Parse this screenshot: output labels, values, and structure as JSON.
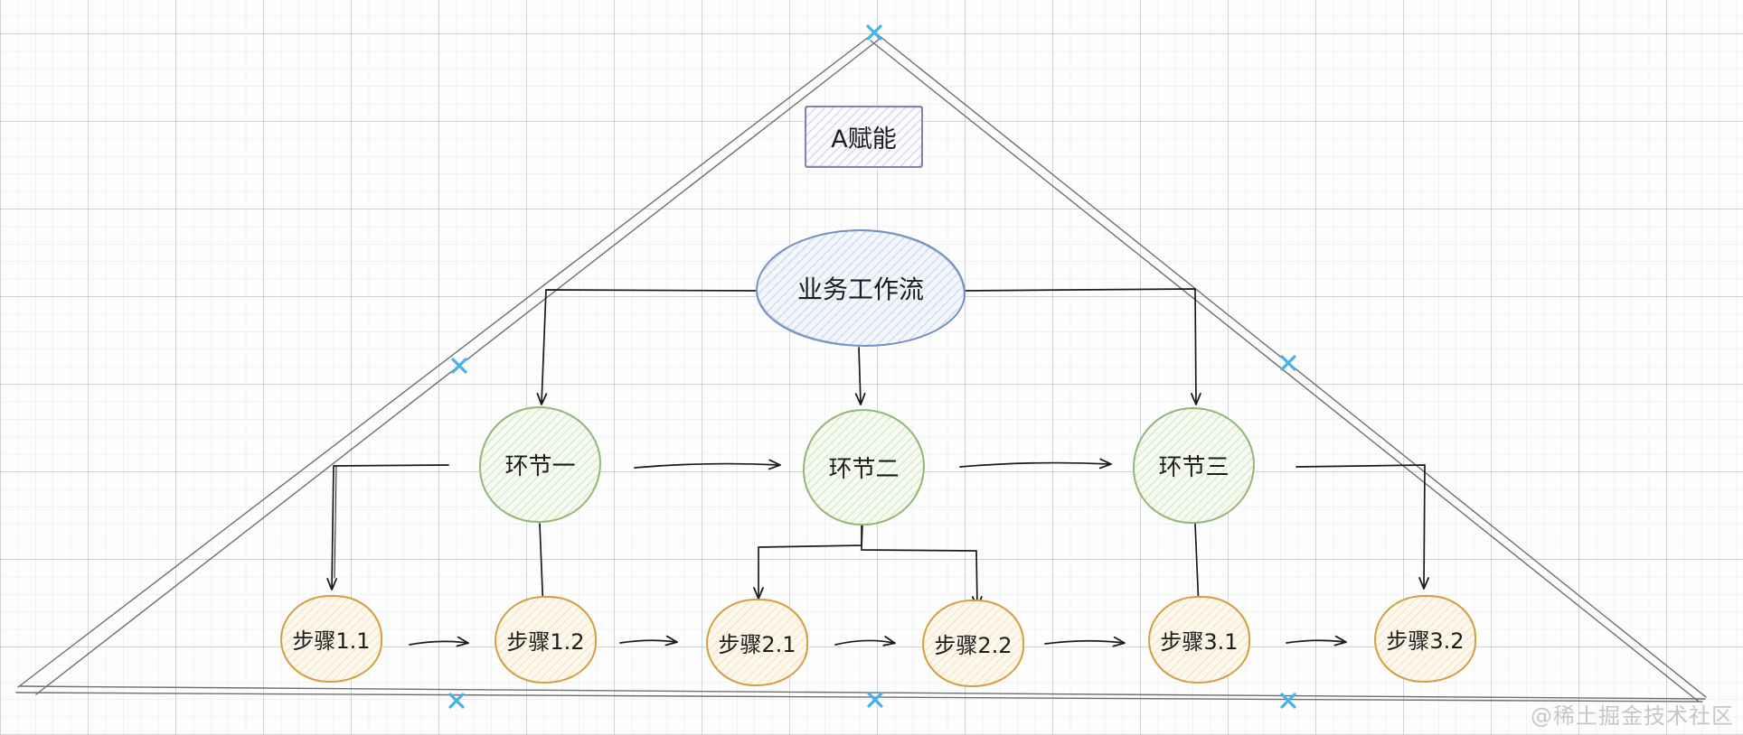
{
  "diagram": {
    "top_box": {
      "label": "A赋能"
    },
    "workflow": {
      "label": "业务工作流"
    },
    "stages": [
      {
        "label": "环节一"
      },
      {
        "label": "环节二"
      },
      {
        "label": "环节三"
      }
    ],
    "steps": [
      {
        "label": "步骤1.1"
      },
      {
        "label": "步骤1.2"
      },
      {
        "label": "步骤2.1"
      },
      {
        "label": "步骤2.2"
      },
      {
        "label": "步骤3.1"
      },
      {
        "label": "步骤3.2"
      }
    ],
    "watermark": "@稀土掘金技术社区",
    "colors": {
      "top_box_stroke": "#8a7cb8",
      "workflow_stroke": "#7590c5",
      "stage_stroke": "#94b878",
      "step_stroke": "#d3a144",
      "connector": "#1b1b1b",
      "triangle": "#6f6f6f",
      "handle_marker": "#47b2e9"
    }
  }
}
